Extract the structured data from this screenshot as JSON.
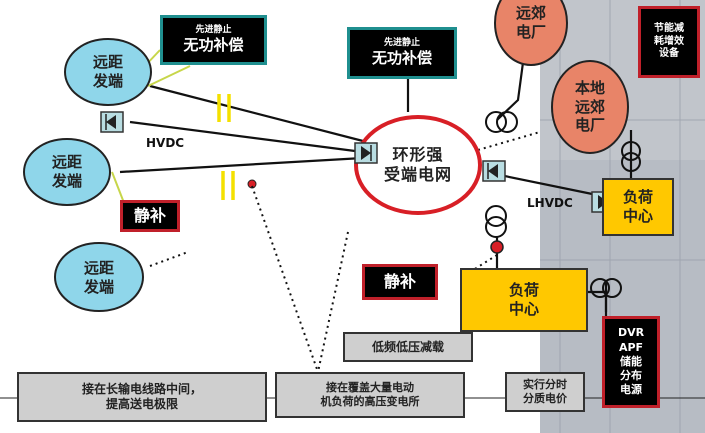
{
  "nodes": {
    "remote_gen_1": "远距\n发端",
    "remote_gen_2": "远距\n发端",
    "remote_gen_3": "远距\n发端",
    "far_suburb_plant": "远郊\n电厂",
    "local_suburb_plant": "本地\n远郊\n电厂",
    "ring_grid": "环形强\n受端电网",
    "load_center_right": "负荷\n中心",
    "load_center_bottom": "负荷\n中心"
  },
  "boxes": {
    "svc_top_left": {
      "small": "先进静止",
      "big": "无功补偿"
    },
    "svc_top_center": {
      "small": "先进静止",
      "big": "无功补偿"
    },
    "static_comp_left": "静补",
    "static_comp_bottom": "静补",
    "energy_saving": "节能减\n耗增效\n设备",
    "dvr_stack": "DVR\nAPF\n储能\n分布\n电源",
    "low_freq_shedding": "低频低压减载"
  },
  "labels": {
    "hvdc": "HVDC",
    "lhvdc": "LHVDC"
  },
  "notes": {
    "long_line": "接在长输电线路中间，\n提高送电极限",
    "motor_substation": "接在覆盖大量电动\n机负荷的高压变电所",
    "tou_pricing": "实行分时\n分质电价"
  },
  "colors": {
    "bubble_blue": "#8fd6ea",
    "plant_salmon": "#e88468",
    "ring_red": "#d81f26",
    "load_yellow": "#ffc800",
    "converter_teal": "#1f8f8f",
    "background_photo": "#b4b9c2"
  }
}
